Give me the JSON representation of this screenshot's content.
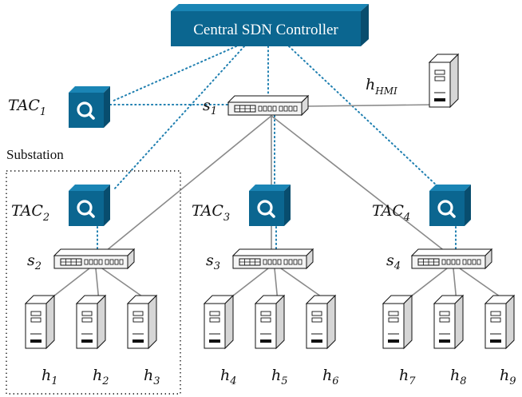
{
  "controller": {
    "label": "Central SDN Controller"
  },
  "substation": {
    "label": "Substation"
  },
  "tacs": [
    {
      "id": "tac1",
      "base": "TAC",
      "sub": "1"
    },
    {
      "id": "tac2",
      "base": "TAC",
      "sub": "2"
    },
    {
      "id": "tac3",
      "base": "TAC",
      "sub": "3"
    },
    {
      "id": "tac4",
      "base": "TAC",
      "sub": "4"
    }
  ],
  "switches": [
    {
      "id": "s1",
      "base": "s",
      "sub": "1"
    },
    {
      "id": "s2",
      "base": "s",
      "sub": "2"
    },
    {
      "id": "s3",
      "base": "s",
      "sub": "3"
    },
    {
      "id": "s4",
      "base": "s",
      "sub": "4"
    }
  ],
  "hmi": {
    "base": "h",
    "sub": "HMI"
  },
  "hosts": [
    {
      "id": "h1",
      "base": "h",
      "sub": "1"
    },
    {
      "id": "h2",
      "base": "h",
      "sub": "2"
    },
    {
      "id": "h3",
      "base": "h",
      "sub": "3"
    },
    {
      "id": "h4",
      "base": "h",
      "sub": "4"
    },
    {
      "id": "h5",
      "base": "h",
      "sub": "5"
    },
    {
      "id": "h6",
      "base": "h",
      "sub": "6"
    },
    {
      "id": "h7",
      "base": "h",
      "sub": "7"
    },
    {
      "id": "h8",
      "base": "h",
      "sub": "8"
    },
    {
      "id": "h9",
      "base": "h",
      "sub": "9"
    }
  ],
  "colors": {
    "tac_fill": "#0b6690",
    "controller_fill": "#0b6690",
    "control_link": "#1f7fb0",
    "data_link": "#8a8a8a",
    "switch_fill": "#f2f2f2",
    "server_fill": "#ffffff"
  },
  "icons": {
    "tac": "magnifier-icon",
    "switch": "network-switch-icon",
    "host": "server-tower-icon"
  }
}
